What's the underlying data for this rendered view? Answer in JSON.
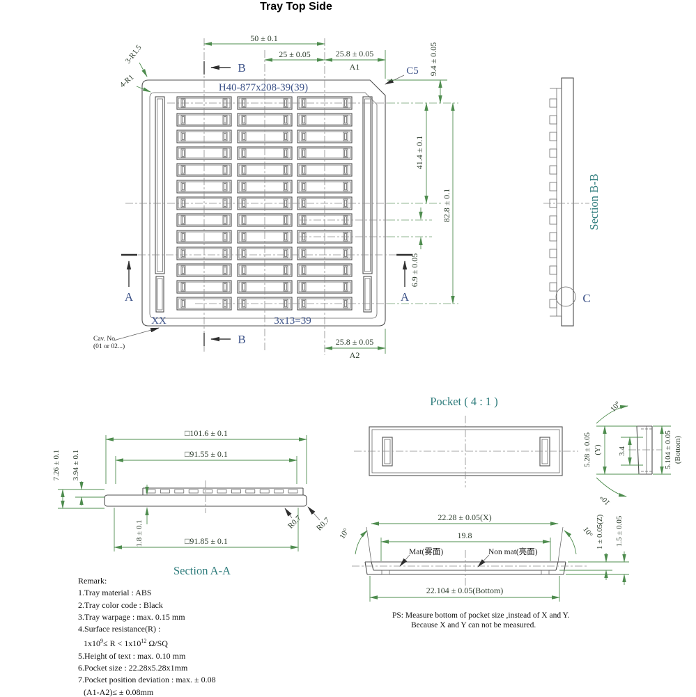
{
  "title": "Tray Top Side",
  "tray_view": {
    "part_number": "H40-877x208-39(39)",
    "corner_mark": "XX",
    "cav_line1": "Cav. No.",
    "cav_line2": "(01 or 02...)",
    "count_label": "3x13=39",
    "grid": {
      "rows": 13,
      "cols": 3
    },
    "dims": {
      "d50": "50 ± 0.1",
      "d25": "25 ± 0.05",
      "d258_top": "25.8 ± 0.05",
      "a1": "A1",
      "d258_bot": "25.8 ± 0.05",
      "a2": "A2",
      "d94": "9.4 ± 0.05",
      "d414": "41.4 ± 0.1",
      "d828": "82.8 ± 0.1",
      "d69": "6.9 ± 0.05",
      "r3": "3-R1.5",
      "r4": "4-R1",
      "c5": "C5"
    },
    "cut_b": "B",
    "cut_a": "A"
  },
  "section_bb": {
    "title": "Section B-B",
    "detail": "C"
  },
  "pocket_view": {
    "title": "Pocket ( 4 : 1 )",
    "side": {
      "y_dim": "5.28 ± 0.05",
      "y_tag": "(Y)",
      "inner": "3.4",
      "bottom_dim": "5.104 ± 0.05",
      "bottom_tag": "(Bottom)",
      "angle_top": "10°",
      "angle_bottom": "10°"
    },
    "length": {
      "x_dim": "22.28 ± 0.05(X)",
      "inner": "19.8",
      "bottom_dim": "22.104 ± 0.05(Bottom)",
      "z_dim": "1 ± 0.05(Z)",
      "depth_dim": "1.5 ± 0.05",
      "angle_left": "10°",
      "angle_right": "10°",
      "mat": "Mat(雾面)",
      "non_mat": "Non mat(亮面)"
    }
  },
  "section_aa": {
    "title": "Section A-A",
    "d1016": "□101.6 ± 0.1",
    "d9155": "□91.55 ± 0.1",
    "d9185": "□91.85 ± 0.1",
    "d18": "1.8 ± 0.1",
    "d726": "7.26 ± 0.1",
    "d394": "3.94 ± 0.1",
    "r07a": "R0.7",
    "r07b": "R0.7"
  },
  "ps_note": {
    "line1": "PS: Measure bottom of pocket size ,instead of X and Y.",
    "line2": "Because X and Y can not be measured."
  },
  "remark": {
    "heading": "Remark:",
    "l1": "1.Tray material : ABS",
    "l2": "2.Tray color code : Black",
    "l3": "3.Tray warpage : max. 0.15 mm",
    "l4": "4.Surface resistance(R) :",
    "res": {
      "b1": "1x10",
      "s1": "9",
      "b2": "≤ R < 1x10",
      "s2": "12",
      "b3": " Ω/SQ"
    },
    "l5": "5.Height of text : max. 0.10 mm",
    "l6": "6.Pocket size : 22.28x5.28x1mm",
    "l7": "7.Pocket position deviation : max. ± 0.08",
    "l8": "(A1-A2)≤ ± 0.08mm"
  }
}
